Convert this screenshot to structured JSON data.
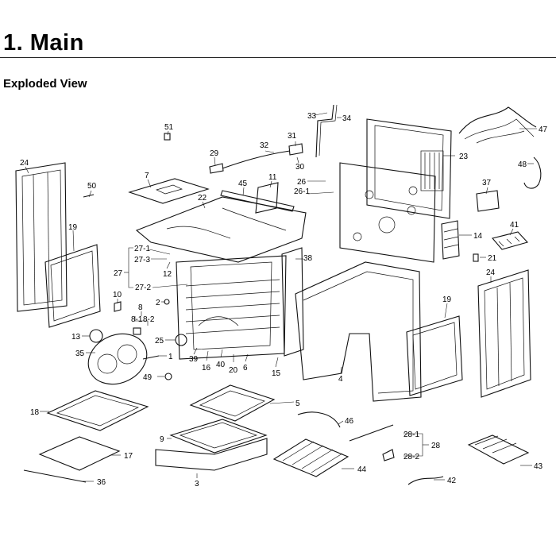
{
  "header": {
    "title": "1.  Main",
    "subtitle": "Exploded View"
  },
  "callouts": [
    {
      "id": "c51",
      "text": "51"
    },
    {
      "id": "c29",
      "text": "29"
    },
    {
      "id": "c32",
      "text": "32"
    },
    {
      "id": "c33",
      "text": "33"
    },
    {
      "id": "c34",
      "text": "34"
    },
    {
      "id": "c31",
      "text": "31"
    },
    {
      "id": "c30",
      "text": "30"
    },
    {
      "id": "c47",
      "text": "47"
    },
    {
      "id": "c23",
      "text": "23"
    },
    {
      "id": "c48",
      "text": "48"
    },
    {
      "id": "c24a",
      "text": "24"
    },
    {
      "id": "c7",
      "text": "7"
    },
    {
      "id": "c50",
      "text": "50"
    },
    {
      "id": "c45",
      "text": "45"
    },
    {
      "id": "c11",
      "text": "11"
    },
    {
      "id": "c26",
      "text": "26"
    },
    {
      "id": "c26-1",
      "text": "26-1"
    },
    {
      "id": "c22",
      "text": "22"
    },
    {
      "id": "c37",
      "text": "37"
    },
    {
      "id": "c19a",
      "text": "19"
    },
    {
      "id": "c27-1",
      "text": "27-1"
    },
    {
      "id": "c27-3",
      "text": "27-3"
    },
    {
      "id": "c27",
      "text": "27"
    },
    {
      "id": "c27-2",
      "text": "27-2"
    },
    {
      "id": "c41",
      "text": "41"
    },
    {
      "id": "c14",
      "text": "14"
    },
    {
      "id": "c21",
      "text": "21"
    },
    {
      "id": "c12",
      "text": "12"
    },
    {
      "id": "c38",
      "text": "38"
    },
    {
      "id": "c24b",
      "text": "24"
    },
    {
      "id": "c10",
      "text": "10"
    },
    {
      "id": "c2",
      "text": "2"
    },
    {
      "id": "c8",
      "text": "8"
    },
    {
      "id": "c8-1",
      "text": "8-1"
    },
    {
      "id": "c8-2",
      "text": "8-2"
    },
    {
      "id": "c19b",
      "text": "19"
    },
    {
      "id": "c13",
      "text": "13"
    },
    {
      "id": "c25",
      "text": "25"
    },
    {
      "id": "c35",
      "text": "35"
    },
    {
      "id": "c1",
      "text": "1"
    },
    {
      "id": "c39",
      "text": "39"
    },
    {
      "id": "c16",
      "text": "16"
    },
    {
      "id": "c40",
      "text": "40"
    },
    {
      "id": "c20",
      "text": "20"
    },
    {
      "id": "c6",
      "text": "6"
    },
    {
      "id": "c15",
      "text": "15"
    },
    {
      "id": "c4",
      "text": "4"
    },
    {
      "id": "c49",
      "text": "49"
    },
    {
      "id": "c5",
      "text": "5"
    },
    {
      "id": "c18",
      "text": "18"
    },
    {
      "id": "c46",
      "text": "46"
    },
    {
      "id": "c9",
      "text": "9"
    },
    {
      "id": "c28-1",
      "text": "28-1"
    },
    {
      "id": "c28",
      "text": "28"
    },
    {
      "id": "c28-2",
      "text": "28-2"
    },
    {
      "id": "c17",
      "text": "17"
    },
    {
      "id": "c44",
      "text": "44"
    },
    {
      "id": "c43",
      "text": "43"
    },
    {
      "id": "c3",
      "text": "3"
    },
    {
      "id": "c36",
      "text": "36"
    },
    {
      "id": "c42",
      "text": "42"
    }
  ]
}
